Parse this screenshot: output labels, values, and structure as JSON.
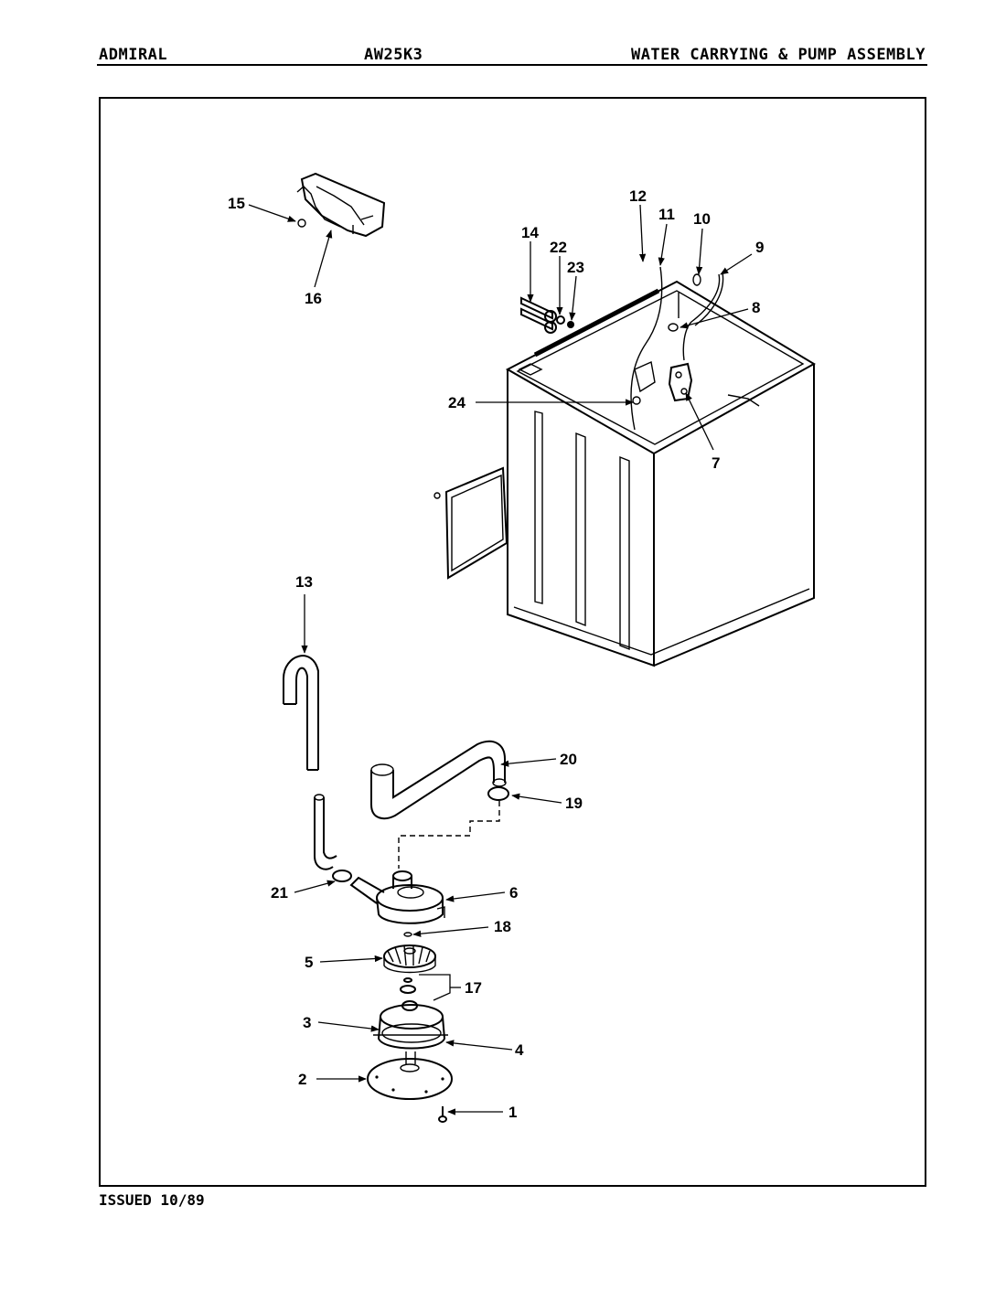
{
  "header": {
    "brand": "ADMIRAL",
    "model": "AW25K3",
    "title": "WATER CARRYING & PUMP ASSEMBLY"
  },
  "footer": {
    "issued": "ISSUED 10/89"
  },
  "callouts": {
    "c1": "1",
    "c2": "2",
    "c3": "3",
    "c4": "4",
    "c5": "5",
    "c6": "6",
    "c7": "7",
    "c8": "8",
    "c9": "9",
    "c10": "10",
    "c11": "11",
    "c12": "12",
    "c13": "13",
    "c14": "14",
    "c15": "15",
    "c16": "16",
    "c17": "17",
    "c18": "18",
    "c19": "19",
    "c20": "20",
    "c21": "21",
    "c22": "22",
    "c23": "23",
    "c24": "24"
  }
}
